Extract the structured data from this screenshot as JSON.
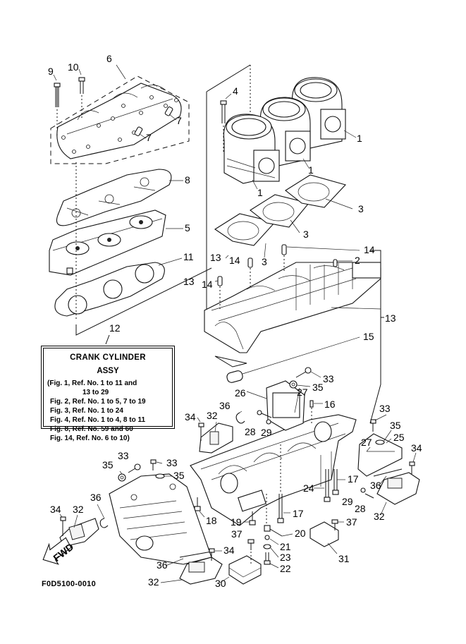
{
  "diagram": {
    "title": "CRANK CYLINDER",
    "subtitle": "ASSY",
    "figure_refs": [
      "(Fig. 1, Ref. No. 1 to 11 and",
      "13 to 29",
      "Fig. 2, Ref. No. 1 to 5, 7 to 19",
      "Fig. 3, Ref. No. 1 to 24",
      "Fig. 4, Ref. No. 1 to 4, 8 to 11",
      "Fig. 8, Ref. No. 59 and 60",
      "Fig. 14, Ref. No. 6 to 10)"
    ],
    "drawing_code": "F0D5100-0010",
    "direction_arrow_label": "FWD",
    "callouts": {
      "c1a": "1",
      "c1b": "1",
      "c1c": "1",
      "c2": "2",
      "c3a": "3",
      "c3b": "3",
      "c3c": "3",
      "c4": "4",
      "c5": "5",
      "c6": "6",
      "c7a": "7",
      "c7b": "7",
      "c8": "8",
      "c9": "9",
      "c10": "10",
      "c11": "11",
      "c12": "12",
      "c13a": "13",
      "c13b": "13",
      "c13c": "13",
      "c14a": "14",
      "c14b": "14",
      "c14c": "14",
      "c15": "15",
      "c16": "16",
      "c17a": "17",
      "c17b": "17",
      "c18": "18",
      "c19": "19",
      "c20": "20",
      "c21": "21",
      "c22": "22",
      "c23": "23",
      "c24": "24",
      "c25": "25",
      "c26": "26",
      "c27a": "27",
      "c27b": "27",
      "c28a": "28",
      "c28b": "28",
      "c29a": "29",
      "c29b": "29",
      "c30": "30",
      "c31": "31",
      "c32a": "32",
      "c32b": "32",
      "c32c": "32",
      "c32d": "32",
      "c33a": "33",
      "c33b": "33",
      "c33c": "33",
      "c33d": "33",
      "c34a": "34",
      "c34b": "34",
      "c34c": "34",
      "c34d": "34",
      "c35a": "35",
      "c35b": "35",
      "c35c": "35",
      "c35d": "35",
      "c36a": "36",
      "c36b": "36",
      "c36c": "36",
      "c36d": "36",
      "c37a": "37",
      "c37b": "37"
    }
  }
}
